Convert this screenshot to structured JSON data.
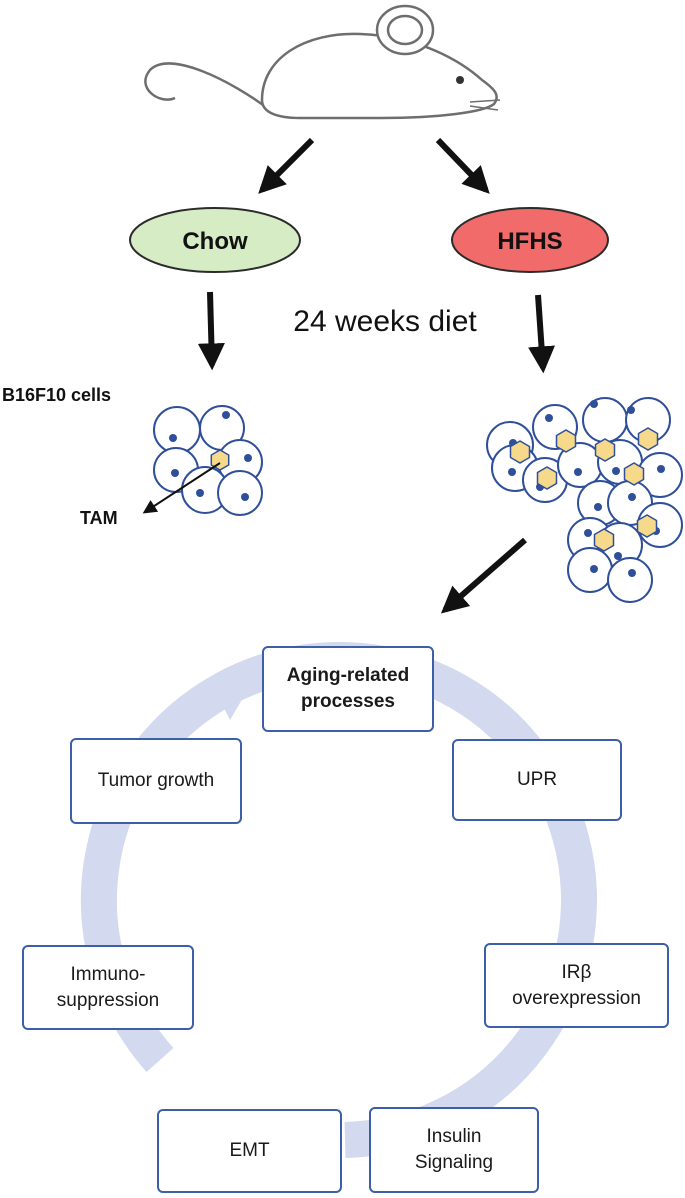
{
  "diet_groups": {
    "chow": {
      "label": "Chow",
      "fill": "#d6ecc5"
    },
    "hfhs": {
      "label": "HFHS",
      "fill": "#f26b6b"
    }
  },
  "duration_label": "24 weeks diet",
  "cells_label": "B16F10 cells",
  "tam_label": "TAM",
  "cycle_steps": [
    {
      "id": "aging",
      "label": "Aging-related\nprocesses",
      "bold": true
    },
    {
      "id": "upr",
      "label": "UPR",
      "bold": false
    },
    {
      "id": "irb",
      "label": "IRβ\noverexpression",
      "bold": false
    },
    {
      "id": "insulin",
      "label": "Insulin\nSignaling",
      "bold": false
    },
    {
      "id": "emt",
      "label": "EMT",
      "bold": false
    },
    {
      "id": "immuno",
      "label": "Immuno-\nsuppression",
      "bold": false
    },
    {
      "id": "tumor",
      "label": "Tumor growth",
      "bold": false
    }
  ],
  "colors": {
    "cell_outline": "#2f4f9a",
    "cell_fill": "#ffffff",
    "nucleus": "#2f4f9a",
    "tam_fill": "#f6d98a",
    "box_border": "#3c5fa8",
    "cycle_arrow": "#d3d9ee"
  }
}
